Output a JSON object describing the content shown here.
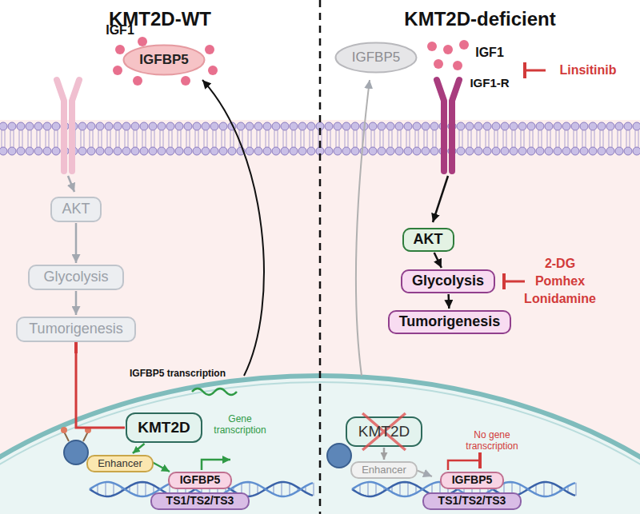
{
  "diagram": {
    "nodes": [
      {
        "text": [
          "IGFBP5"
        ]
      },
      {
        "text": [
          "AKT"
        ]
      },
      {
        "text": [
          "Glycolysis"
        ]
      },
      {
        "text": [
          "Tumorigenesis"
        ]
      },
      {
        "text": [
          "KMT2D"
        ]
      },
      {
        "text": [
          "Enhancer"
        ]
      },
      {
        "text": [
          "IGFBP5"
        ]
      },
      {
        "text": [
          "TS1/TS2/TS3"
        ]
      },
      {
        "text": [
          "IGFBP5"
        ]
      },
      {
        "text": [
          "AKT"
        ]
      },
      {
        "text": [
          "Glycolysis"
        ]
      },
      {
        "text": [
          "Tumorigenesis"
        ]
      },
      {
        "text": [
          "KMT2D"
        ]
      },
      {
        "text": [
          "Enhancer"
        ]
      },
      {
        "text": [
          "IGFBP5"
        ]
      },
      {
        "text": [
          "TS1/TS2/TS3"
        ]
      }
    ],
    "edges": [
      {
        "from": 1,
        "to": 2,
        "arrow": "to"
      },
      {
        "from": 2,
        "to": 3,
        "arrow": "to"
      },
      {
        "from": 4,
        "to": 3,
        "arrow": "to"
      },
      {
        "from": 4,
        "to": 5,
        "arrow": "to"
      },
      {
        "from": 9,
        "to": 10,
        "arrow": "to"
      },
      {
        "from": 10,
        "to": 11,
        "arrow": "to"
      },
      {
        "from": 12,
        "to": 13,
        "arrow": "to"
      }
    ],
    "labels": [
      "KMT2D-WT",
      "KMT2D-deficient",
      "IGF1",
      "IGF1",
      "IGF1-R",
      "Linsitinib",
      "IGFBP5 transcription",
      "Gene transcription",
      "2-DG",
      "Pomhex",
      "Lonidamine",
      "No gene transcription"
    ]
  }
}
